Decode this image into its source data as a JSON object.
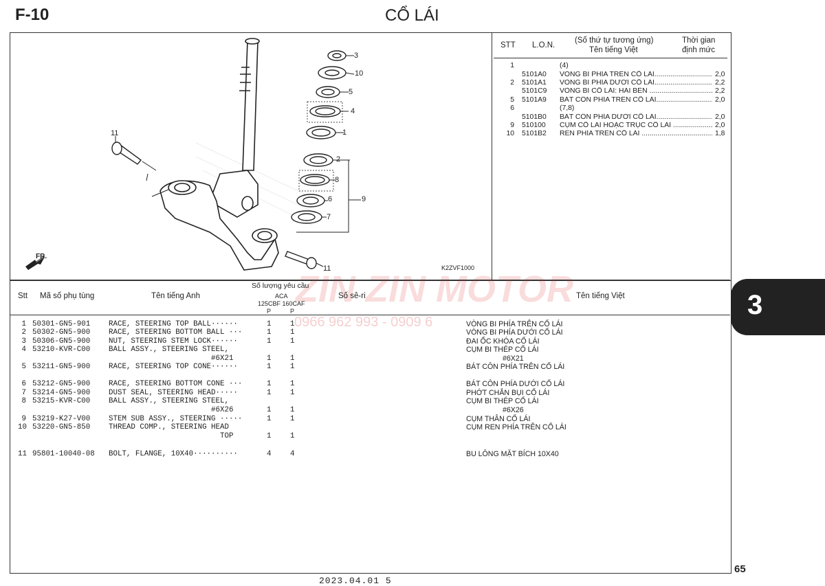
{
  "header": {
    "page_code": "F-10",
    "title": "CỔ LÁI",
    "side_tab": "3",
    "page_number": "65",
    "footer": "2023.04.01    5"
  },
  "diagram": {
    "code": "K2ZVF1000",
    "fr_label": "FR.",
    "callouts": [
      "3",
      "10",
      "5",
      "4",
      "1",
      "2",
      "8",
      "6",
      "9",
      "7",
      "11",
      "11"
    ]
  },
  "watermark": {
    "brand": "ZIN ZIN MOTOR",
    "phone": "0966 962 993 - 0909 6"
  },
  "top_table": {
    "headers": {
      "stt": "STT",
      "lon": "L.O.N.",
      "desc1": "(Số thứ tự tương ứng)",
      "desc2": "Tên tiếng Việt",
      "time1": "Thời gian",
      "time2": "định mức"
    },
    "rows": [
      {
        "stt": "1",
        "code": "",
        "name": "(4)",
        "time": ""
      },
      {
        "stt": "",
        "code": "5101A0",
        "name": "VÒNG BI PHÍA TRÊN CỔ LÁI.............................................",
        "time": "2,0"
      },
      {
        "stt": "2",
        "code": "5101A1",
        "name": "VÒNG BI PHÍA DƯỚI CỔ LÁI...........................................",
        "time": "2,2"
      },
      {
        "stt": "",
        "code": "5101C9",
        "name": "VÒNG BI CỔ LÁI: HAI BÊN ............................................",
        "time": "2,2"
      },
      {
        "stt": "5",
        "code": "5101A9",
        "name": "BÁT CÔN PHÍA TRÊN CỔ LÁI...........................................",
        "time": "2,0"
      },
      {
        "stt": "6",
        "code": "",
        "name": "(7,8)",
        "time": ""
      },
      {
        "stt": "",
        "code": "5101B0",
        "name": "BÁT CÔN PHÍA DƯỚI CỔ LÁI...........................................",
        "time": "2,0"
      },
      {
        "stt": "9",
        "code": "510100",
        "name": "CỤM CỔ LÁI HOẶC TRỤC CỔ LÁI .......................................",
        "time": "2,0"
      },
      {
        "stt": "10",
        "code": "5101B2",
        "name": "REN PHÍA TRÊN CỔ LÁI ...............................................",
        "time": "1,8"
      }
    ]
  },
  "parts_table": {
    "headers": {
      "stt": "Stt",
      "part_no": "Mã số phụ tùng",
      "en": "Tên tiếng Anh",
      "qty": "Số lượng yêu cầu",
      "aca": "ACA",
      "models": "125CBF 160CAF",
      "p1": "P",
      "p2": "P",
      "serial": "Số sê-ri",
      "vn": "Tên tiếng Việt"
    },
    "rows": [
      {
        "no": "1",
        "pn": "50301-GN5-901",
        "en": "RACE, STEERING TOP BALL······",
        "q1": "1",
        "q2": "1",
        "vn": "VÒNG BI PHÍA TRÊN CỔ LÁI"
      },
      {
        "no": "2",
        "pn": "50302-GN5-900",
        "en": "RACE, STEERING BOTTOM BALL ···",
        "q1": "1",
        "q2": "1",
        "vn": "VÒNG BI PHÍA DƯỚI CỔ LÁI"
      },
      {
        "no": "3",
        "pn": "50306-GN5-900",
        "en": "NUT, STEERING STEM LOCK······",
        "q1": "1",
        "q2": "1",
        "vn": "ĐAI ỐC KHÓA CỔ LÁI"
      },
      {
        "no": "4",
        "pn": "53210-KVR-C00",
        "en": "BALL ASSY., STEERING STEEL,",
        "q1": "",
        "q2": "",
        "vn": "CỤM BI THÉP CỔ LÁI"
      },
      {
        "no": "",
        "pn": "",
        "en": "                       #6X21",
        "q1": "1",
        "q2": "1",
        "vn": "                  #6X21"
      },
      {
        "no": "5",
        "pn": "53211-GN5-900",
        "en": "RACE, STEERING TOP CONE······",
        "q1": "1",
        "q2": "1",
        "vn": "BÁT CÔN PHÍA TRÊN CỔ LÁI"
      },
      {
        "no": "6",
        "pn": "53212-GN5-900",
        "en": "RACE, STEERING BOTTOM CONE ···",
        "q1": "1",
        "q2": "1",
        "vn": "BÁT CÔN PHÍA DƯỚI CỔ LÁI"
      },
      {
        "no": "7",
        "pn": "53214-GN5-900",
        "en": "DUST SEAL, STEERING HEAD·····",
        "q1": "1",
        "q2": "1",
        "vn": "PHỚT CHẮN BỤI CỔ LÁI"
      },
      {
        "no": "8",
        "pn": "53215-KVR-C00",
        "en": "BALL ASSY., STEERING STEEL,",
        "q1": "",
        "q2": "",
        "vn": "CỤM BI THÉP CỔ LÁI"
      },
      {
        "no": "",
        "pn": "",
        "en": "                       #6X26",
        "q1": "1",
        "q2": "1",
        "vn": "                  #6X26"
      },
      {
        "no": "9",
        "pn": "53219-K27-V00",
        "en": "STEM SUB ASSY., STEERING ·····",
        "q1": "1",
        "q2": "1",
        "vn": "CỤM THÂN CỔ LÁI"
      },
      {
        "no": "10",
        "pn": "53220-GN5-850",
        "en": "THREAD COMP., STEERING HEAD",
        "q1": "",
        "q2": "",
        "vn": "CỤM REN PHÍA TRÊN CỔ LÁI"
      },
      {
        "no": "",
        "pn": "",
        "en": "                         TOP",
        "q1": "1",
        "q2": "1",
        "vn": ""
      },
      {
        "no": "11",
        "pn": "95801-10040-08",
        "en": "BOLT, FLANGE, 10X40··········",
        "q1": "4",
        "q2": "4",
        "vn": "BU LÔNG MẶT BÍCH 10X40"
      }
    ]
  }
}
